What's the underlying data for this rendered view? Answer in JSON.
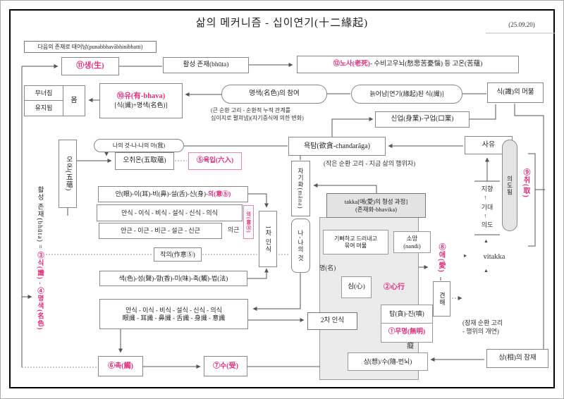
{
  "colors": {
    "accent": "#e0307e",
    "box_border": "#888888",
    "panel_fill": "#ebebeb"
  },
  "header": {
    "title": "삶의 메커니즘 - 십이연기(十二緣起)",
    "date": "(25.09.20)"
  },
  "nodes": {
    "rebirth": "다음의 존재로 태어남(punabbhavābhinibbatti)",
    "birth": "⑪생(生)",
    "active_being": "활성 존재(bhūta)",
    "aging_death_no": "⑫노사(老死)",
    "aging_death_rest": " - 수비고우뇌(愁悲苦憂惱) 등 고온(苦蘊)",
    "crumble": "무너짐",
    "maintain": "유지됨",
    "body": "몸",
    "becoming": "⑩유(有-bhava)",
    "becoming_sub": "[식(識)+명색(名色)]",
    "namarupa_join": "명색(名色)의 참여",
    "aged_vinnana": "늙어남[연기(緣起)된 식(識)]",
    "vinnana_stay": "식(識)의 머묾",
    "big_loop_1": "(큰 순환 고리 - 순환적 누적 관계를",
    "big_loop_2": "십이지로 펼쳐냄)(자기증식에 의한 변화)",
    "kamma": "신업(身業)-구업(口業)",
    "chandaraga": "욕탐(欲貪-chandarāga)",
    "small_loop": "(작은 순환 고리 - 지금 삶의 행위자)",
    "thought": "사유",
    "intended": "의도됨",
    "grasping": "⑨취(取)",
    "aim_1": "지향",
    "aim_2": "기대",
    "aim_3": "의도",
    "vitakka": "vitakka",
    "craving": "⑧애(愛)",
    "five_aggregates": "오온(五蘊)",
    "active_eq": "활성 존재(bhūta) = ",
    "active_eq_pink": "③식(識) - ④명색(名色)",
    "mine_me_self": "나의 것-나-나의 아(我)",
    "five_clinging": "오취온(五取蘊)",
    "six_bases": "⑤육입(六入)",
    "organs_main": "안(眼)-이(耳)-비(鼻)-설(舌)-신(身)-",
    "organs_mind": "의(意⑤)",
    "vinnana_row": "안식 - 이식 - 비식 - 설식 - 신식 - 의식",
    "mind_tag": "의(意⑤)",
    "roots_row": "안근 - 이근 - 비근 - 설근 - 신근",
    "mind_root": "의근",
    "first_cognition": "1차 인식",
    "selfing": "자기화(māna)",
    "me_mine": "나-나의 것",
    "attention": "작의(作意⑤)",
    "objects_row": "색(色)-성(聲)-향(香)-미(味)-촉(觸)-법(法)",
    "vinn_kr": "안식 - 이식 - 비식 - 설식 - 신식 - 의식",
    "vinn_hanja": "眼識 - 耳識 - 鼻識 - 舌識 - 身識 - 意識",
    "contact": "⑥촉(觸)",
    "feeling": "⑦수(受)",
    "takka_1": "takka[애(愛)의 형성 과정]",
    "takka_2": "(존재화-bhavika)",
    "delight_1": "기뻐하고 드러내고",
    "delight_2": "묶여 머묾",
    "nandi_1": "소망",
    "nandi_2": "(nandi)",
    "name_label": "명(名)",
    "mind_box": "심(心)",
    "mind_sankhara": "②心行",
    "greed_hate": "탐(貪)-진(嗔)",
    "ignorance": "①무명(無明)",
    "chi": "癡",
    "second_cognition": "2차 인식",
    "perception": "상(想)/수(隨-번뇌)",
    "latent_1": "(잠재 순환 고리",
    "latent_2": "- 행위의 개연)",
    "latent_sang": "상(相)의 잠재",
    "view": "견해"
  },
  "glyphs": {
    "up_arrow": "↑",
    "tri_up": "▲",
    "tri_right": "▸"
  }
}
